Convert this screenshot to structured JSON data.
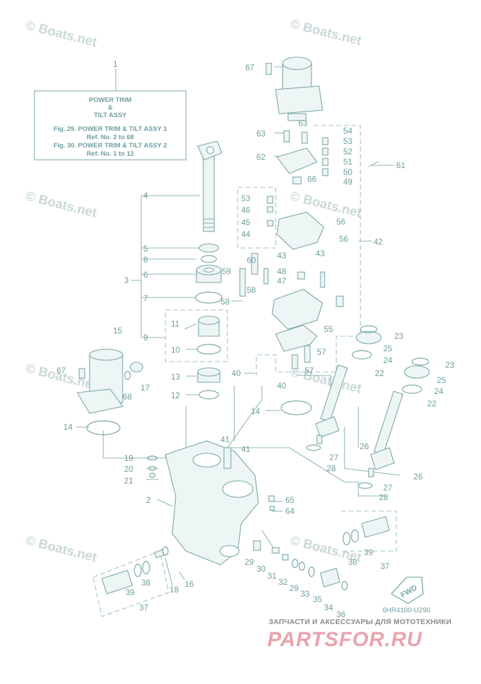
{
  "legend": {
    "number": "1",
    "title_line1": "POWER TRIM",
    "title_line2": "&",
    "title_line3": "TILT ASSY",
    "ref1": "Fig. 29. POWER TRIM & TILT ASSY 1",
    "ref1_range": "Ref. No. 2 to 68",
    "ref2": "Fig. 30. POWER TRIM & TILT ASSY 2",
    "ref2_range": "Ref. No. 1 to 12"
  },
  "watermark": "© Boats.net",
  "diagram_code": "6HR4100-U290",
  "fwd_label": "FWD",
  "brand": {
    "tagline": "ЗАПЧАСТИ И АКСЕССУАРЫ ДЛЯ МОТОТЕХНИКИ",
    "logo": "PARTSFOR.RU"
  },
  "callouts": [
    {
      "id": "c67a",
      "label": "67"
    },
    {
      "id": "c63a",
      "label": "63"
    },
    {
      "id": "c63b",
      "label": "63"
    },
    {
      "id": "c62",
      "label": "62"
    },
    {
      "id": "c66",
      "label": "66"
    },
    {
      "id": "c54",
      "label": "54"
    },
    {
      "id": "c53a",
      "label": "53"
    },
    {
      "id": "c52",
      "label": "52"
    },
    {
      "id": "c51",
      "label": "51"
    },
    {
      "id": "c50",
      "label": "50"
    },
    {
      "id": "c49",
      "label": "49"
    },
    {
      "id": "c61",
      "label": "61"
    },
    {
      "id": "c53b",
      "label": "53"
    },
    {
      "id": "c46",
      "label": "46"
    },
    {
      "id": "c45",
      "label": "45"
    },
    {
      "id": "c44",
      "label": "44"
    },
    {
      "id": "c56a",
      "label": "56"
    },
    {
      "id": "c56b",
      "label": "56"
    },
    {
      "id": "c42",
      "label": "42"
    },
    {
      "id": "c43a",
      "label": "43"
    },
    {
      "id": "c43b",
      "label": "43"
    },
    {
      "id": "c60",
      "label": "60"
    },
    {
      "id": "c48",
      "label": "48"
    },
    {
      "id": "c47",
      "label": "47"
    },
    {
      "id": "c59",
      "label": "59"
    },
    {
      "id": "c58a",
      "label": "58"
    },
    {
      "id": "c58b",
      "label": "58"
    },
    {
      "id": "c55",
      "label": "55"
    },
    {
      "id": "c57a",
      "label": "57"
    },
    {
      "id": "c57b",
      "label": "57"
    },
    {
      "id": "c40a",
      "label": "40"
    },
    {
      "id": "c40b",
      "label": "40"
    },
    {
      "id": "c4",
      "label": "4"
    },
    {
      "id": "c5",
      "label": "5"
    },
    {
      "id": "c8",
      "label": "8"
    },
    {
      "id": "c3",
      "label": "3"
    },
    {
      "id": "c6",
      "label": "6"
    },
    {
      "id": "c7",
      "label": "7"
    },
    {
      "id": "c11",
      "label": "11"
    },
    {
      "id": "c9",
      "label": "9"
    },
    {
      "id": "c10",
      "label": "10"
    },
    {
      "id": "c13",
      "label": "13"
    },
    {
      "id": "c12",
      "label": "12"
    },
    {
      "id": "c15",
      "label": "15"
    },
    {
      "id": "c67b",
      "label": "67"
    },
    {
      "id": "c68",
      "label": "68"
    },
    {
      "id": "c17",
      "label": "17"
    },
    {
      "id": "c14a",
      "label": "14"
    },
    {
      "id": "c14b",
      "label": "14"
    },
    {
      "id": "c23a",
      "label": "23"
    },
    {
      "id": "c25a",
      "label": "25"
    },
    {
      "id": "c24a",
      "label": "24"
    },
    {
      "id": "c22a",
      "label": "22"
    },
    {
      "id": "c23b",
      "label": "23"
    },
    {
      "id": "c25b",
      "label": "25"
    },
    {
      "id": "c24b",
      "label": "24"
    },
    {
      "id": "c22b",
      "label": "22"
    },
    {
      "id": "c26a",
      "label": "26"
    },
    {
      "id": "c27a",
      "label": "27"
    },
    {
      "id": "c28a",
      "label": "28"
    },
    {
      "id": "c26b",
      "label": "26"
    },
    {
      "id": "c27b",
      "label": "27"
    },
    {
      "id": "c28b",
      "label": "28"
    },
    {
      "id": "c41a",
      "label": "41"
    },
    {
      "id": "c41b",
      "label": "41"
    },
    {
      "id": "c19",
      "label": "19"
    },
    {
      "id": "c20",
      "label": "20"
    },
    {
      "id": "c21",
      "label": "21"
    },
    {
      "id": "c2",
      "label": "2"
    },
    {
      "id": "c65",
      "label": "65"
    },
    {
      "id": "c64",
      "label": "64"
    },
    {
      "id": "c38a",
      "label": "38"
    },
    {
      "id": "c39a",
      "label": "39"
    },
    {
      "id": "c37a",
      "label": "37"
    },
    {
      "id": "c29a",
      "label": "29"
    },
    {
      "id": "c30",
      "label": "30"
    },
    {
      "id": "c31",
      "label": "31"
    },
    {
      "id": "c32",
      "label": "32"
    },
    {
      "id": "c29b",
      "label": "29"
    },
    {
      "id": "c33",
      "label": "33"
    },
    {
      "id": "c35",
      "label": "35"
    },
    {
      "id": "c34",
      "label": "34"
    },
    {
      "id": "c36",
      "label": "36"
    },
    {
      "id": "c16",
      "label": "16"
    },
    {
      "id": "c18",
      "label": "18"
    },
    {
      "id": "c38b",
      "label": "38"
    },
    {
      "id": "c39b",
      "label": "39"
    },
    {
      "id": "c37b",
      "label": "37"
    }
  ]
}
